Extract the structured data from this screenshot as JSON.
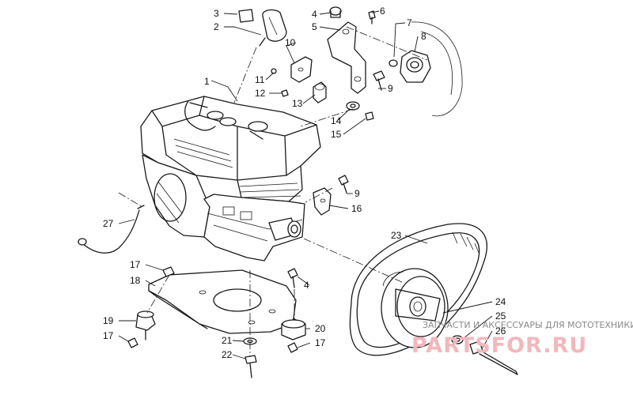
{
  "callouts": [
    {
      "id": "c1",
      "text": "1"
    },
    {
      "id": "c2",
      "text": "2"
    },
    {
      "id": "c3",
      "text": "3"
    },
    {
      "id": "c4a",
      "text": "4"
    },
    {
      "id": "c4b",
      "text": "4"
    },
    {
      "id": "c5",
      "text": "5"
    },
    {
      "id": "c6",
      "text": "6"
    },
    {
      "id": "c7",
      "text": "7"
    },
    {
      "id": "c8",
      "text": "8"
    },
    {
      "id": "c9a",
      "text": "9"
    },
    {
      "id": "c9b",
      "text": "9"
    },
    {
      "id": "c10",
      "text": "10"
    },
    {
      "id": "c11",
      "text": "11"
    },
    {
      "id": "c12",
      "text": "12"
    },
    {
      "id": "c13",
      "text": "13"
    },
    {
      "id": "c14",
      "text": "14"
    },
    {
      "id": "c15",
      "text": "15"
    },
    {
      "id": "c16",
      "text": "16"
    },
    {
      "id": "c17a",
      "text": "17"
    },
    {
      "id": "c17b",
      "text": "17"
    },
    {
      "id": "c17c",
      "text": "17"
    },
    {
      "id": "c18",
      "text": "18"
    },
    {
      "id": "c19",
      "text": "19"
    },
    {
      "id": "c20",
      "text": "20"
    },
    {
      "id": "c21",
      "text": "21"
    },
    {
      "id": "c22",
      "text": "22"
    },
    {
      "id": "c23",
      "text": "23"
    },
    {
      "id": "c24",
      "text": "24"
    },
    {
      "id": "c25",
      "text": "25"
    },
    {
      "id": "c26",
      "text": "26"
    },
    {
      "id": "c27",
      "text": "27"
    }
  ],
  "watermark": {
    "tagline": "ЗАПЧАСТИ И АКСЕССУАРЫ ДЛЯ МОТОТЕХНИКИ",
    "logo": "PARTSFOR.RU",
    "color": "#f2b8bc"
  }
}
